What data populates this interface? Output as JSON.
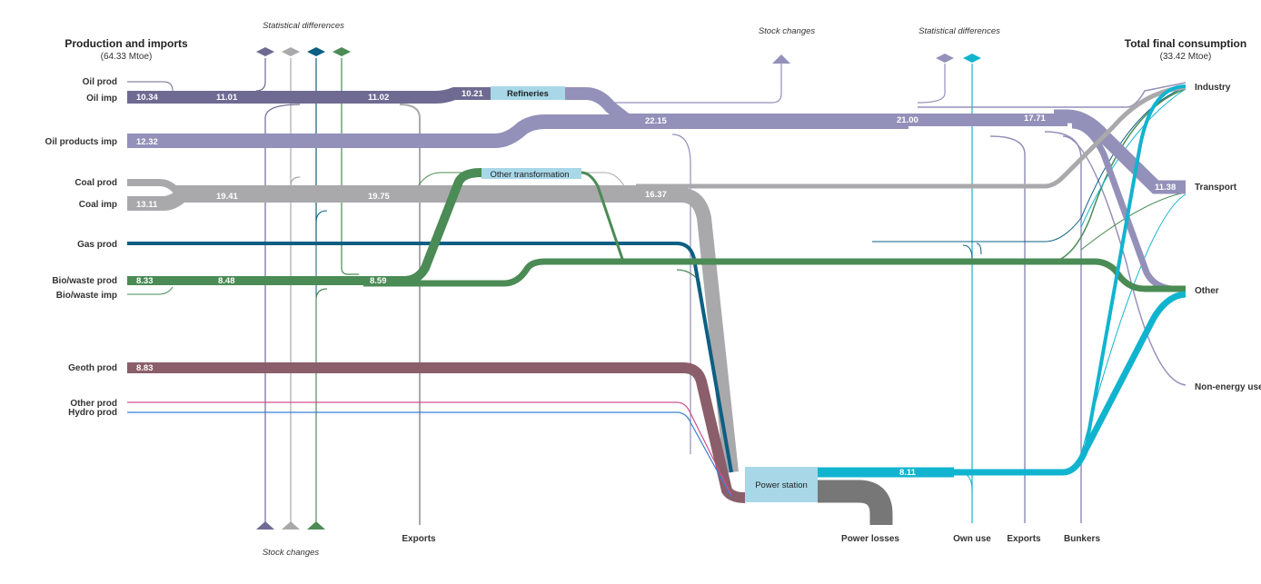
{
  "colors": {
    "oil": "#6e6a92",
    "oil_products": "#9390b9",
    "coal": "#a9a9ac",
    "gas": "#0d5f83",
    "bio": "#4b8b55",
    "geoth": "#8a5e6a",
    "other_prod": "#d2508e",
    "hydro": "#3a7fd0",
    "electricity": "#11b4cf",
    "losses": "#777777",
    "transform_box": "#a8d8e8"
  },
  "headers": {
    "left_title": "Production and imports",
    "left_sub": "(64.33 Mtoe)",
    "right_title": "Total final consumption",
    "right_sub": "(33.42 Mtoe)"
  },
  "top_labels": {
    "stat_diff_left": "Statistical differences",
    "stock_changes_top": "Stock  changes",
    "stat_diff_right": "Statistical differences"
  },
  "sources": {
    "oil_prod": "Oil prod",
    "oil_imp": "Oil imp",
    "oil_products_imp": "Oil products imp",
    "coal_prod": "Coal prod",
    "coal_imp": "Coal imp",
    "gas_prod": "Gas prod",
    "bio_prod": "Bio/waste prod",
    "bio_imp": "Bio/waste imp",
    "geoth_prod": "Geoth prod",
    "other_prod": "Other prod",
    "hydro_prod": "Hydro prod"
  },
  "values": {
    "oil_imp": "10.34",
    "oil_a": "11.01",
    "oil_b": "11.02",
    "oil_ref": "10.21",
    "oil_products": "12.32",
    "oil_products_b": "22.15",
    "oil_products_c": "21.00",
    "oil_products_d": "17.71",
    "coal_imp": "13.11",
    "coal_a": "19.41",
    "coal_b": "19.75",
    "coal_c": "16.37",
    "bio_prod": "8.33",
    "bio_a": "8.48",
    "bio_b": "8.59",
    "geoth_prod": "8.83",
    "electricity": "8.11",
    "transport": "11.38"
  },
  "transformations": {
    "refineries": "Refineries",
    "other_transformation": "Other transformation",
    "power_station": "Power station"
  },
  "bottom_labels": {
    "stock_changes": "Stock changes",
    "exports_left": "Exports",
    "power_losses": "Power losses",
    "own_use": "Own use",
    "exports_right": "Exports",
    "bunkers": "Bunkers"
  },
  "sinks": {
    "industry": "Industry",
    "transport": "Transport",
    "other": "Other",
    "non_energy": "Non-energy use"
  }
}
